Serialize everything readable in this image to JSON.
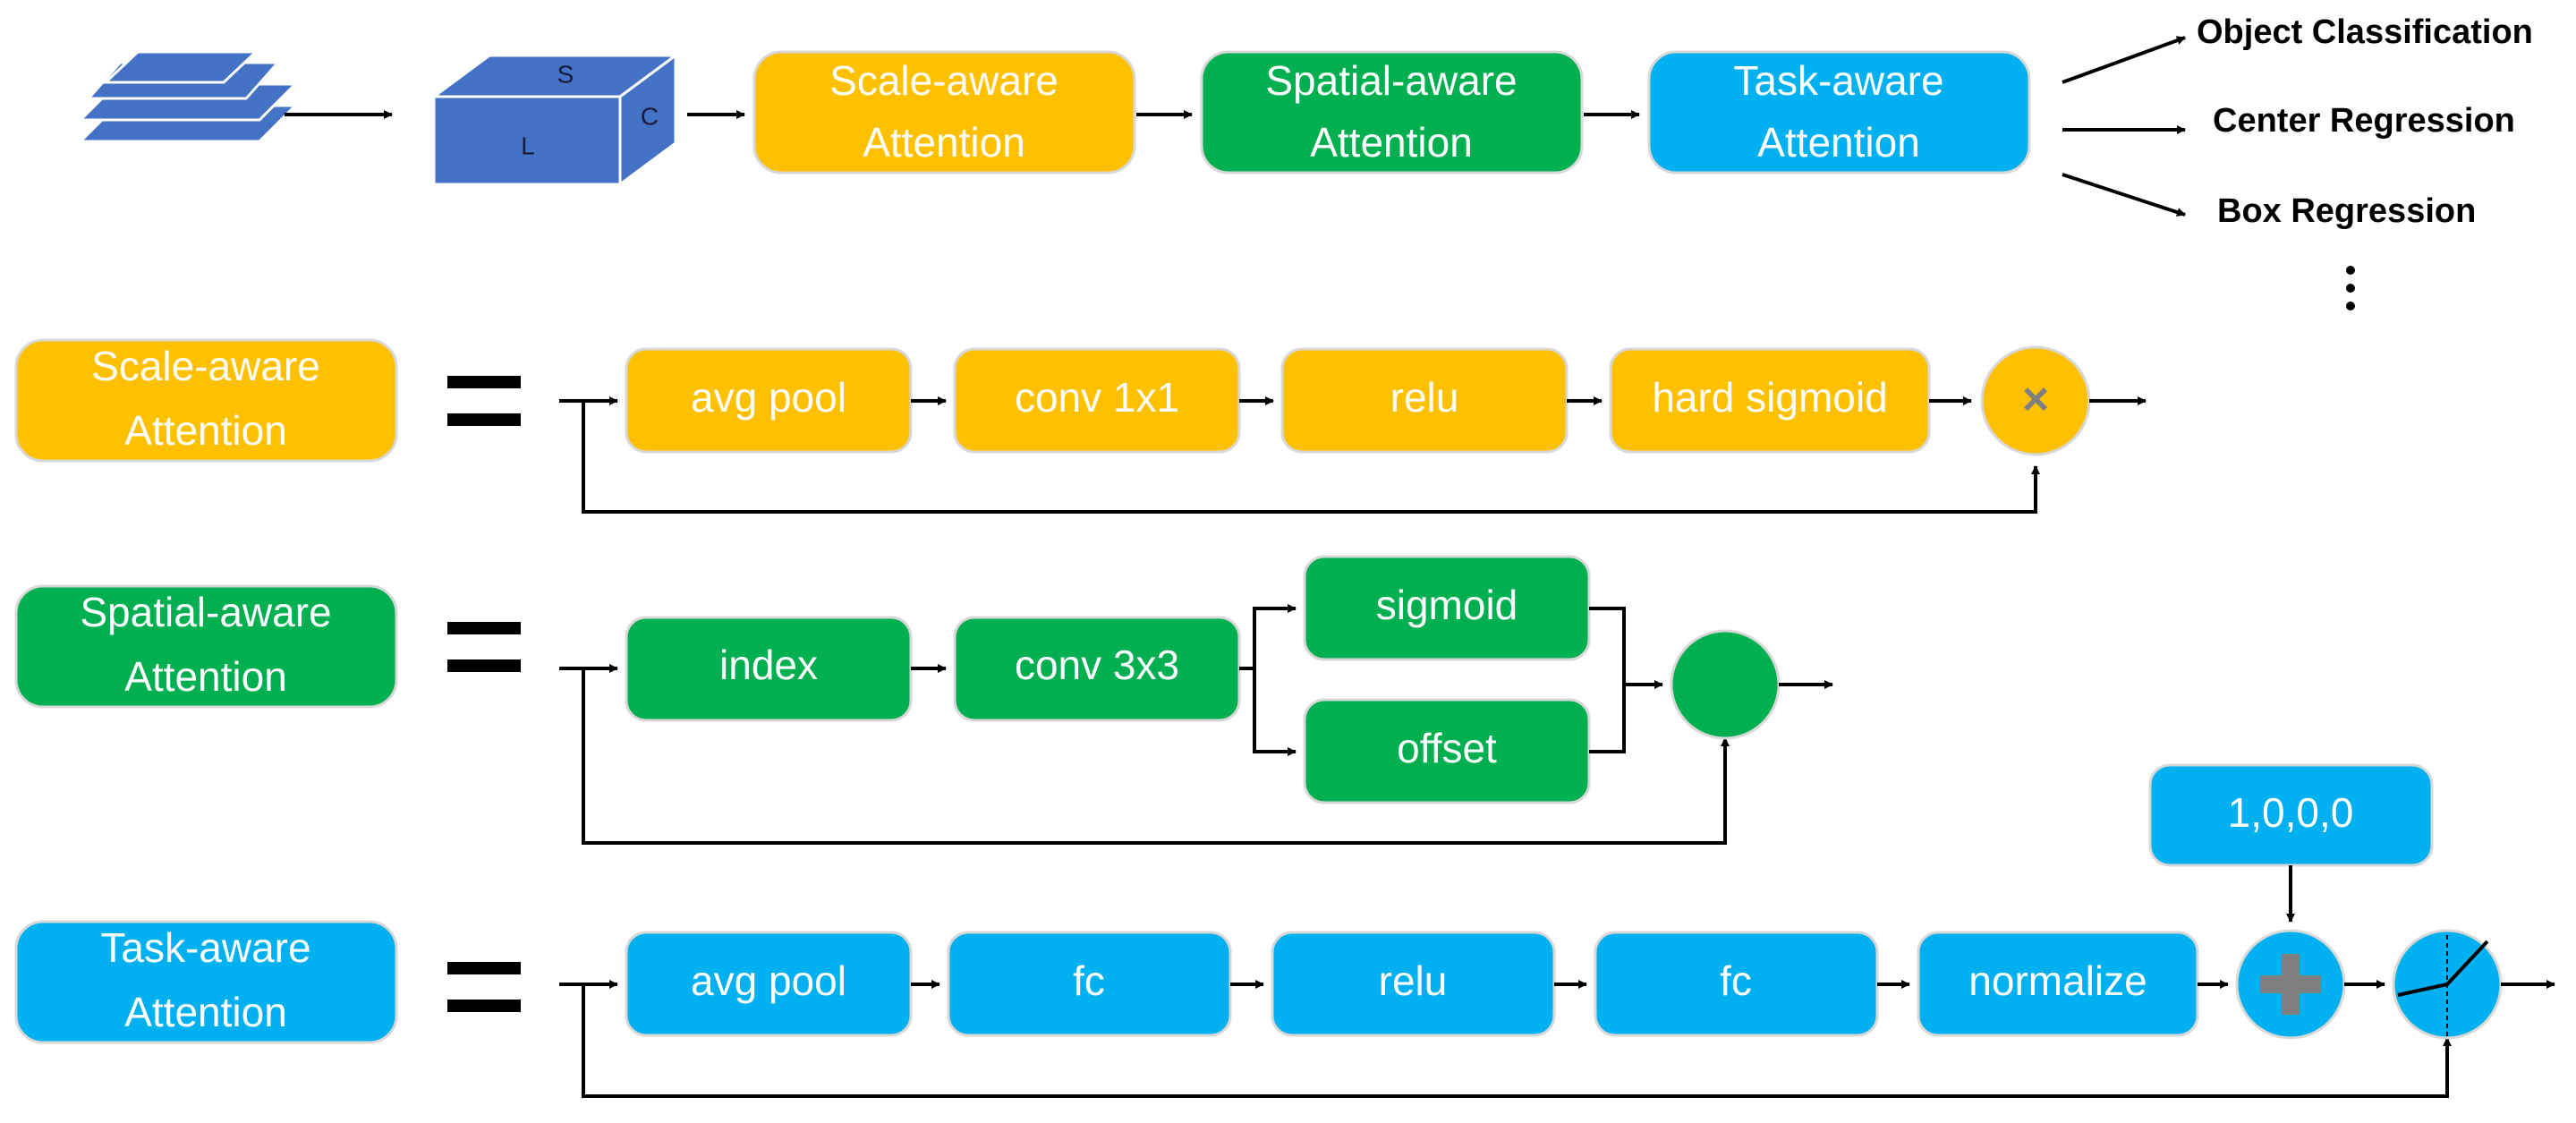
{
  "colors": {
    "orange": "#FFC000",
    "green": "#00B050",
    "blue": "#00B0F0",
    "cube": "#4472C4",
    "dark": "#000000",
    "grey": "#7F7F7F"
  },
  "top_row": {
    "cube_labels": {
      "s": "S",
      "c": "C",
      "l": "L"
    },
    "blocks": [
      {
        "line1": "Scale-aware",
        "line2": "Attention"
      },
      {
        "line1": "Spatial-aware",
        "line2": "Attention"
      },
      {
        "line1": "Task-aware",
        "line2": "Attention"
      }
    ],
    "outputs": [
      "Object Classification",
      "Center Regression",
      "Box Regression"
    ],
    "ellipsis": "⋮"
  },
  "scale_row": {
    "title_line1": "Scale-aware",
    "title_line2": "Attention",
    "equals": "=",
    "steps": [
      "avg pool",
      "conv 1x1",
      "relu",
      "hard sigmoid"
    ],
    "operator": "×"
  },
  "spatial_row": {
    "title_line1": "Spatial-aware",
    "title_line2": "Attention",
    "equals": "=",
    "steps": [
      "index",
      "conv 3x3"
    ],
    "branches": [
      "sigmoid",
      "offset"
    ]
  },
  "task_row": {
    "title_line1": "Task-aware",
    "title_line2": "Attention",
    "equals": "=",
    "steps": [
      "avg pool",
      "fc",
      "relu",
      "fc",
      "normalize"
    ],
    "init_value": "1,0,0,0",
    "operator": "+"
  }
}
